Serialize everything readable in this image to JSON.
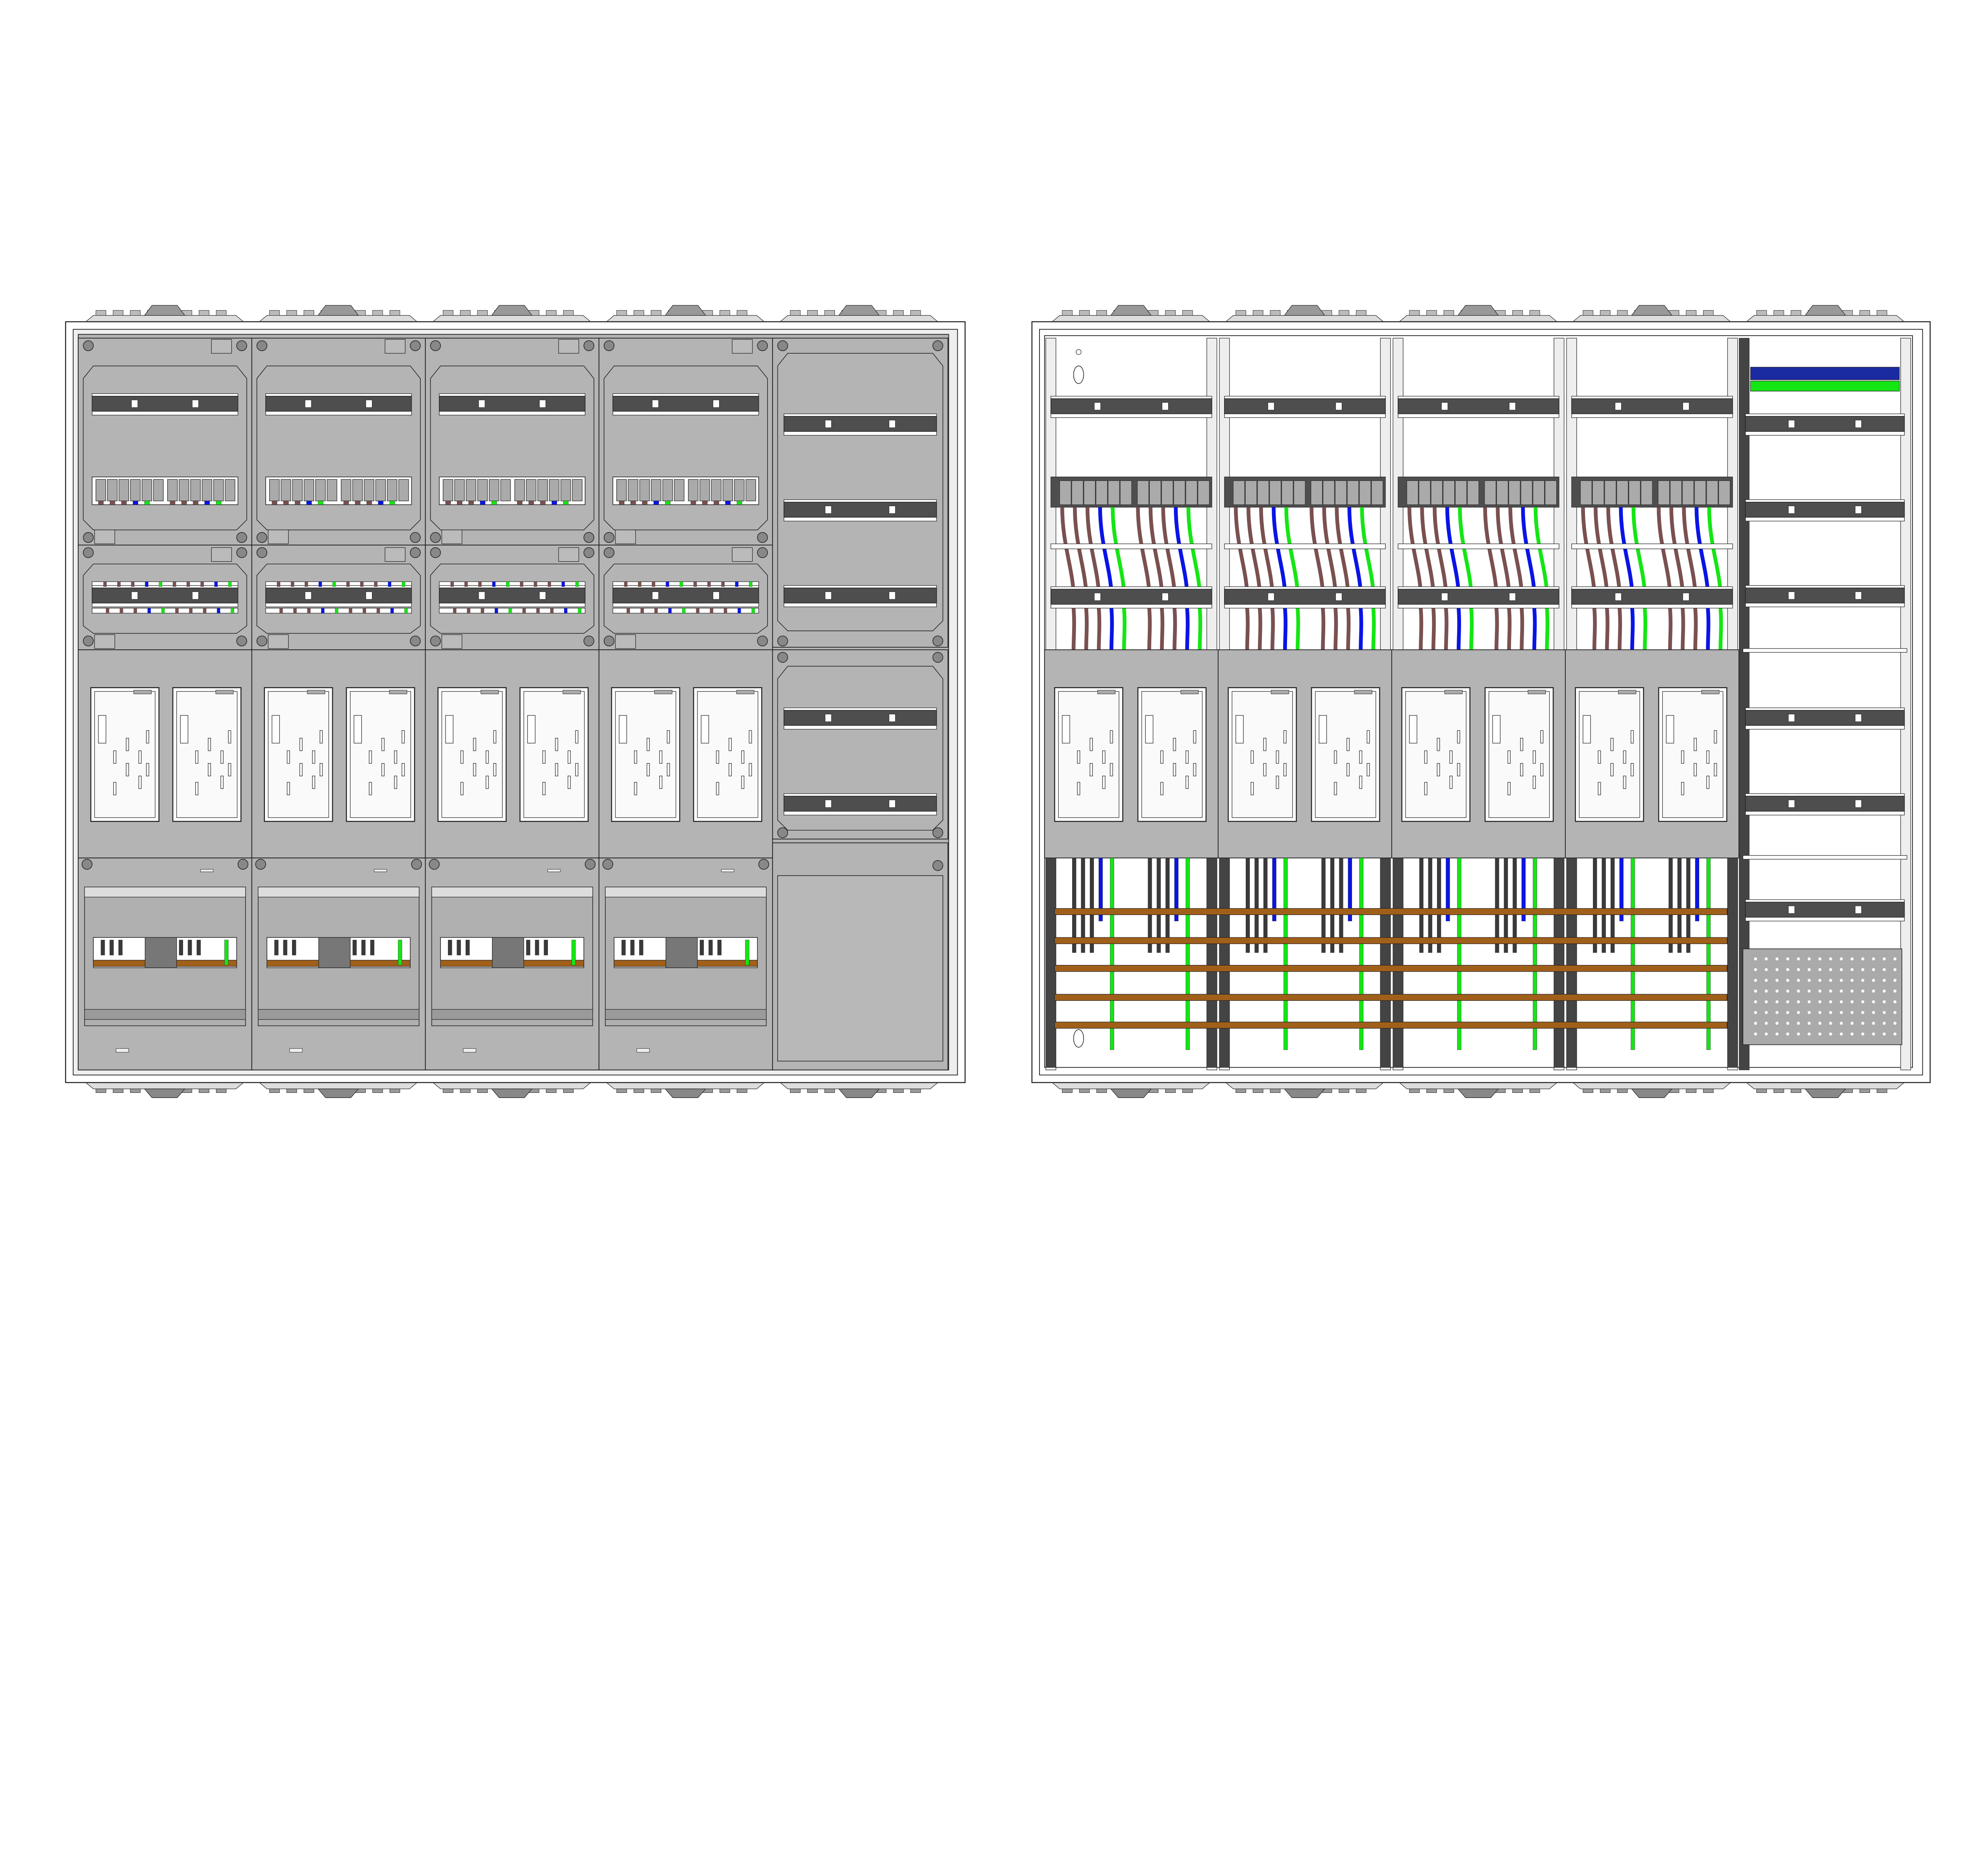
{
  "drawing": {
    "views": [
      "front-closed",
      "front-open"
    ],
    "meter_columns": 4,
    "colors": {
      "panel": "#b4b4b4",
      "panel_dark": "#8c8c8c",
      "rail": "#4e4e4e",
      "outline": "#222222",
      "frame": "#ffffff",
      "wire_phase": "#7a5050",
      "wire_neutral": "#0a14e6",
      "wire_earth": "#14e614",
      "wire_black": "#3a3a3a",
      "busbar": "#a0601a",
      "terminal_blue": "#1a2aa0"
    }
  }
}
